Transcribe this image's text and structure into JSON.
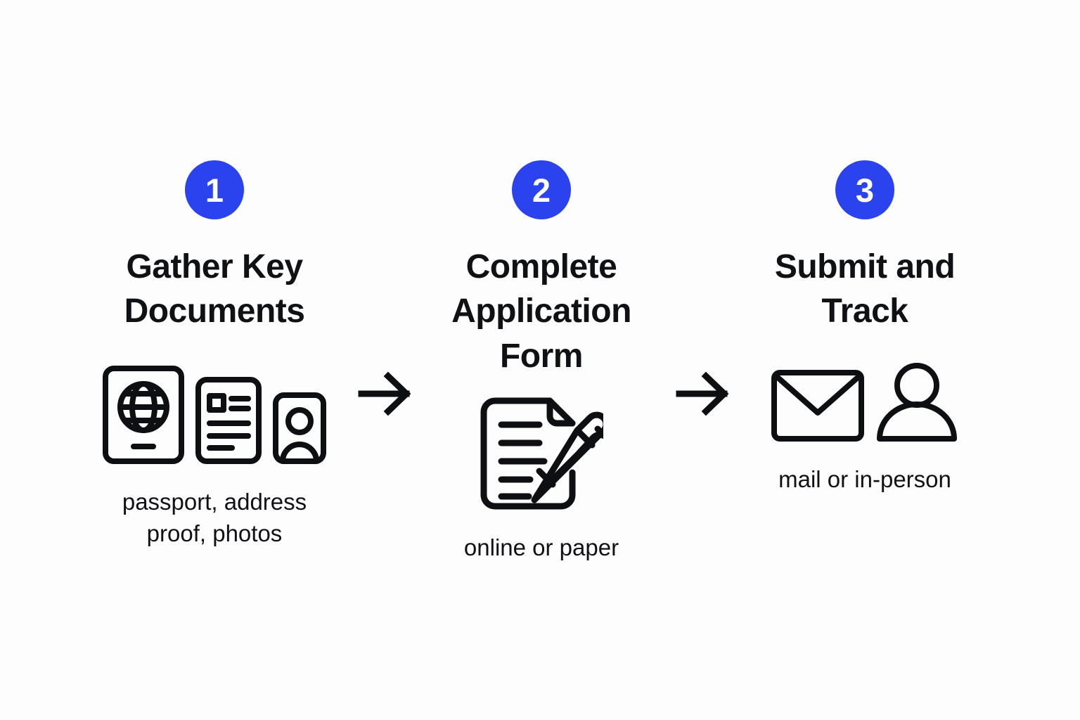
{
  "theme": {
    "background": "#fdfdfe",
    "accent_blue": "#2b43ef",
    "ink": "#0f1115"
  },
  "steps": [
    {
      "number": "1",
      "title": "Gather Key\nDocuments",
      "caption": "passport, address\nproof, photos",
      "icons": [
        "passport-icon",
        "address-proof-document-icon",
        "photo-id-card-icon"
      ]
    },
    {
      "number": "2",
      "title": "Complete\nApplication\nForm",
      "caption": "online or paper",
      "icons": [
        "document-with-pencil-icon"
      ]
    },
    {
      "number": "3",
      "title": "Submit and\nTrack",
      "caption": "mail or in-person",
      "icons": [
        "envelope-icon",
        "person-icon"
      ]
    }
  ],
  "connectors": [
    {
      "name": "arrow-right-icon"
    },
    {
      "name": "arrow-right-icon"
    }
  ]
}
